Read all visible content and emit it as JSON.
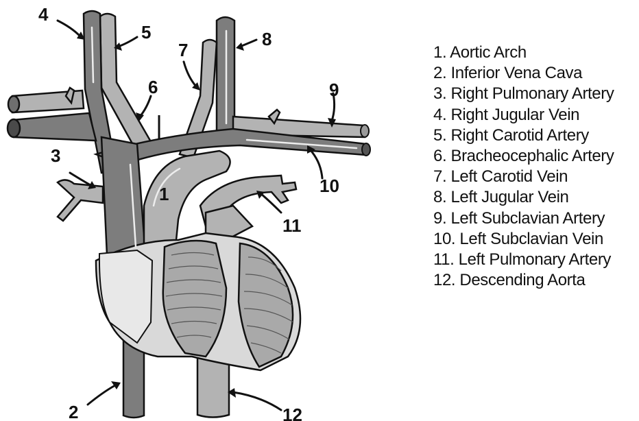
{
  "labels": [
    "1",
    "2",
    "3",
    "4",
    "5",
    "6",
    "7",
    "8",
    "9",
    "10",
    "11",
    "12"
  ],
  "legend": [
    "1. Aortic Arch",
    "2. Inferior Vena Cava",
    "3. Right Pulmonary Artery",
    "4. Right Jugular Vein",
    "5. Right Carotid Artery",
    "6. Bracheocephalic Artery",
    "7. Left Carotid Vein",
    "8. Left Jugular Vein",
    "9. Left Subclavian Artery",
    "10. Left Subclavian Vein",
    "11. Left Pulmonary Artery",
    "12. Descending Aorta"
  ]
}
